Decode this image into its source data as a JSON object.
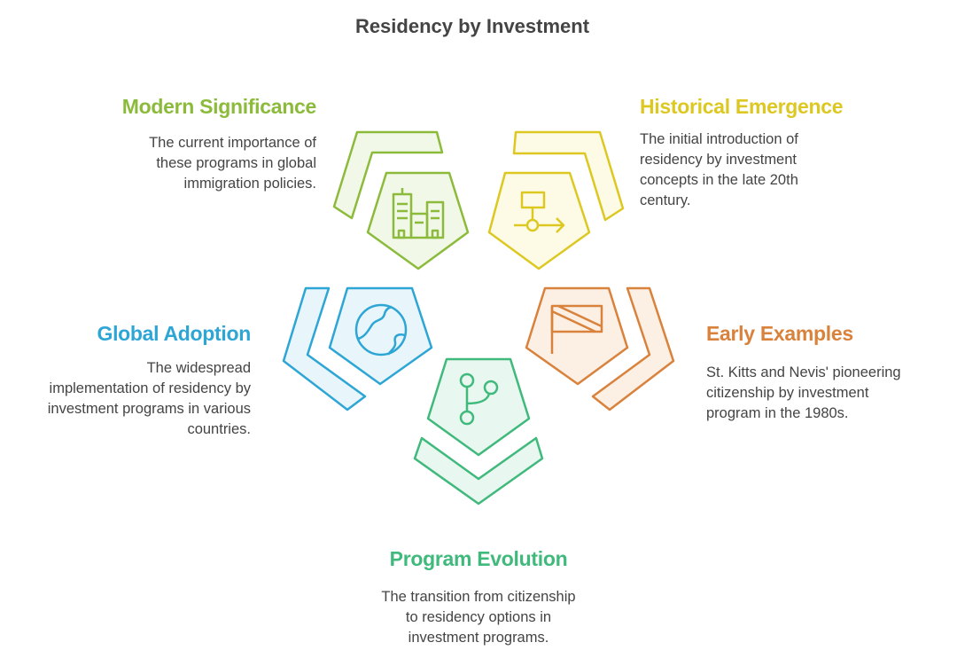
{
  "title": "Residency by Investment",
  "colors": {
    "lime": "#8cbb3c",
    "yellow": "#ddc822",
    "blue": "#2ea6d5",
    "orange": "#d9823c",
    "green": "#40b97c"
  },
  "items": [
    {
      "heading": "Modern Significance",
      "lines": [
        "The current importance of",
        "these programs in global",
        "immigration policies."
      ],
      "icon": "buildings-icon"
    },
    {
      "heading": "Historical Emergence",
      "lines": [
        "The initial introduction of",
        "residency by investment",
        "concepts in the late 20th",
        "century."
      ],
      "icon": "flowchart-icon"
    },
    {
      "heading": "Global Adoption",
      "lines": [
        "The widespread",
        "implementation of residency by",
        "investment programs in various",
        "countries."
      ],
      "icon": "globe-icon"
    },
    {
      "heading": "Early Examples",
      "lines": [
        "St. Kitts and Nevis' pioneering",
        "citizenship by investment",
        "program in the 1980s."
      ],
      "icon": "flag-icon"
    },
    {
      "heading": "Program Evolution",
      "lines": [
        "The transition from citizenship",
        "to residency options in",
        "investment programs."
      ],
      "icon": "branch-icon"
    }
  ]
}
